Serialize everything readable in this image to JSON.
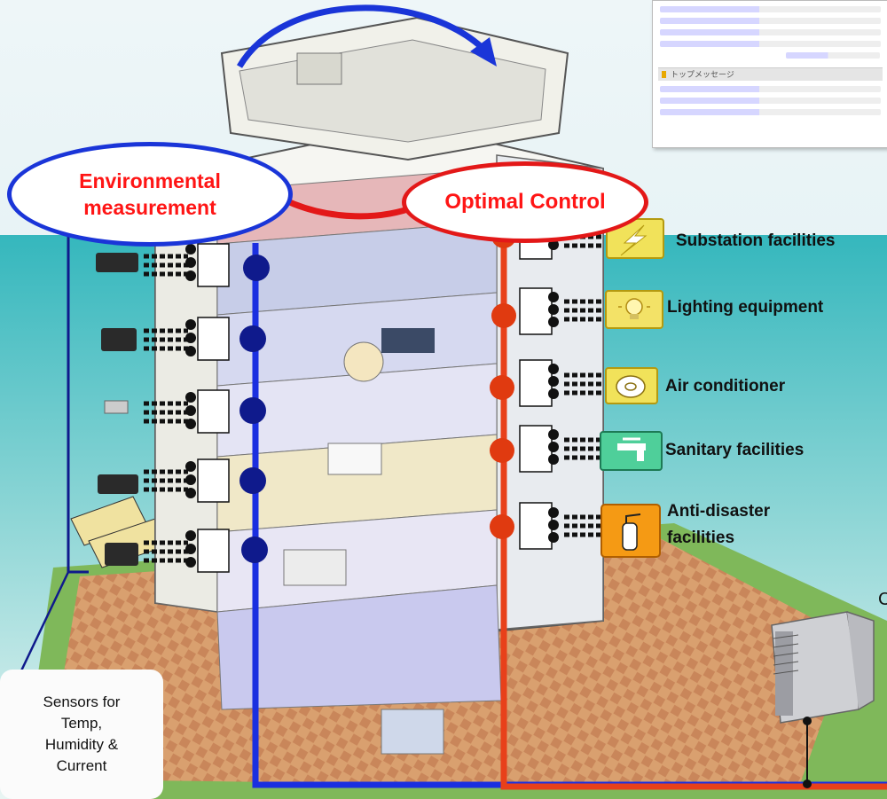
{
  "callouts": {
    "environmental_line1": "Environmental",
    "environmental_line2": "measurement",
    "optimal_control": "Optimal Control"
  },
  "equipment_labels": {
    "substation": "Substation facilities",
    "lighting": "Lighting equipment",
    "air_conditioner": "Air conditioner",
    "sanitary": "Sanitary facilities",
    "anti_disaster_line1": "Anti-disaster",
    "anti_disaster_line2": "facilities"
  },
  "sensor_box": {
    "text": "Sensors for\nTemp,\nHumidity &\nCurrent"
  },
  "portal_window": {
    "section_label": "トップメッセージ"
  },
  "cut_off_text": "C",
  "icons": {
    "substation": "lightning-icon",
    "lighting": "light-bulb-icon",
    "air_conditioner": "air-conditioner-icon",
    "sanitary": "faucet-icon",
    "anti_disaster": "fire-extinguisher-icon"
  },
  "colors": {
    "measurement_line": "#1a2fe0",
    "control_line": "#e8401a",
    "sensor_node": "#0f1a8c",
    "control_node": "#e03a10",
    "callout_text": "#ff1515"
  }
}
